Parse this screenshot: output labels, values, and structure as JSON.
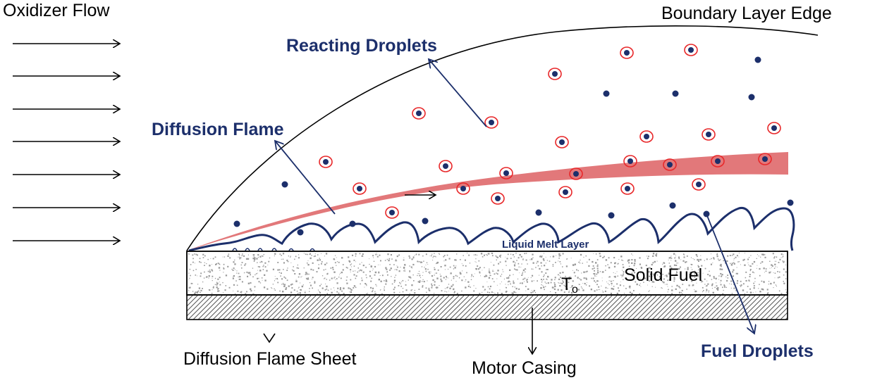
{
  "labels": {
    "oxidizer_flow": "Oxidizer Flow",
    "boundary_layer_edge": "Boundary Layer Edge",
    "reacting_droplets": "Reacting Droplets",
    "diffusion_flame": "Diffusion Flame",
    "liquid_melt_layer": "Liquid Melt Layer",
    "solid_fuel": "Solid Fuel",
    "temperature_symbol": "T",
    "temperature_subscript": "o",
    "diffusion_flame_sheet": "Diffusion Flame Sheet",
    "motor_casing": "Motor Casing",
    "fuel_droplets": "Fuel Droplets"
  },
  "colors": {
    "label_blue": "#1c2f6b",
    "droplet_blue": "#1c2f6b",
    "flame_fill": "#e2787a",
    "reaction_ring": "#e8282a",
    "fuel_speckle": "#9a9a9a"
  },
  "icons": {
    "oxidizer_arrow": "right-arrow-icon",
    "callout_arrow": "arrow-icon"
  }
}
